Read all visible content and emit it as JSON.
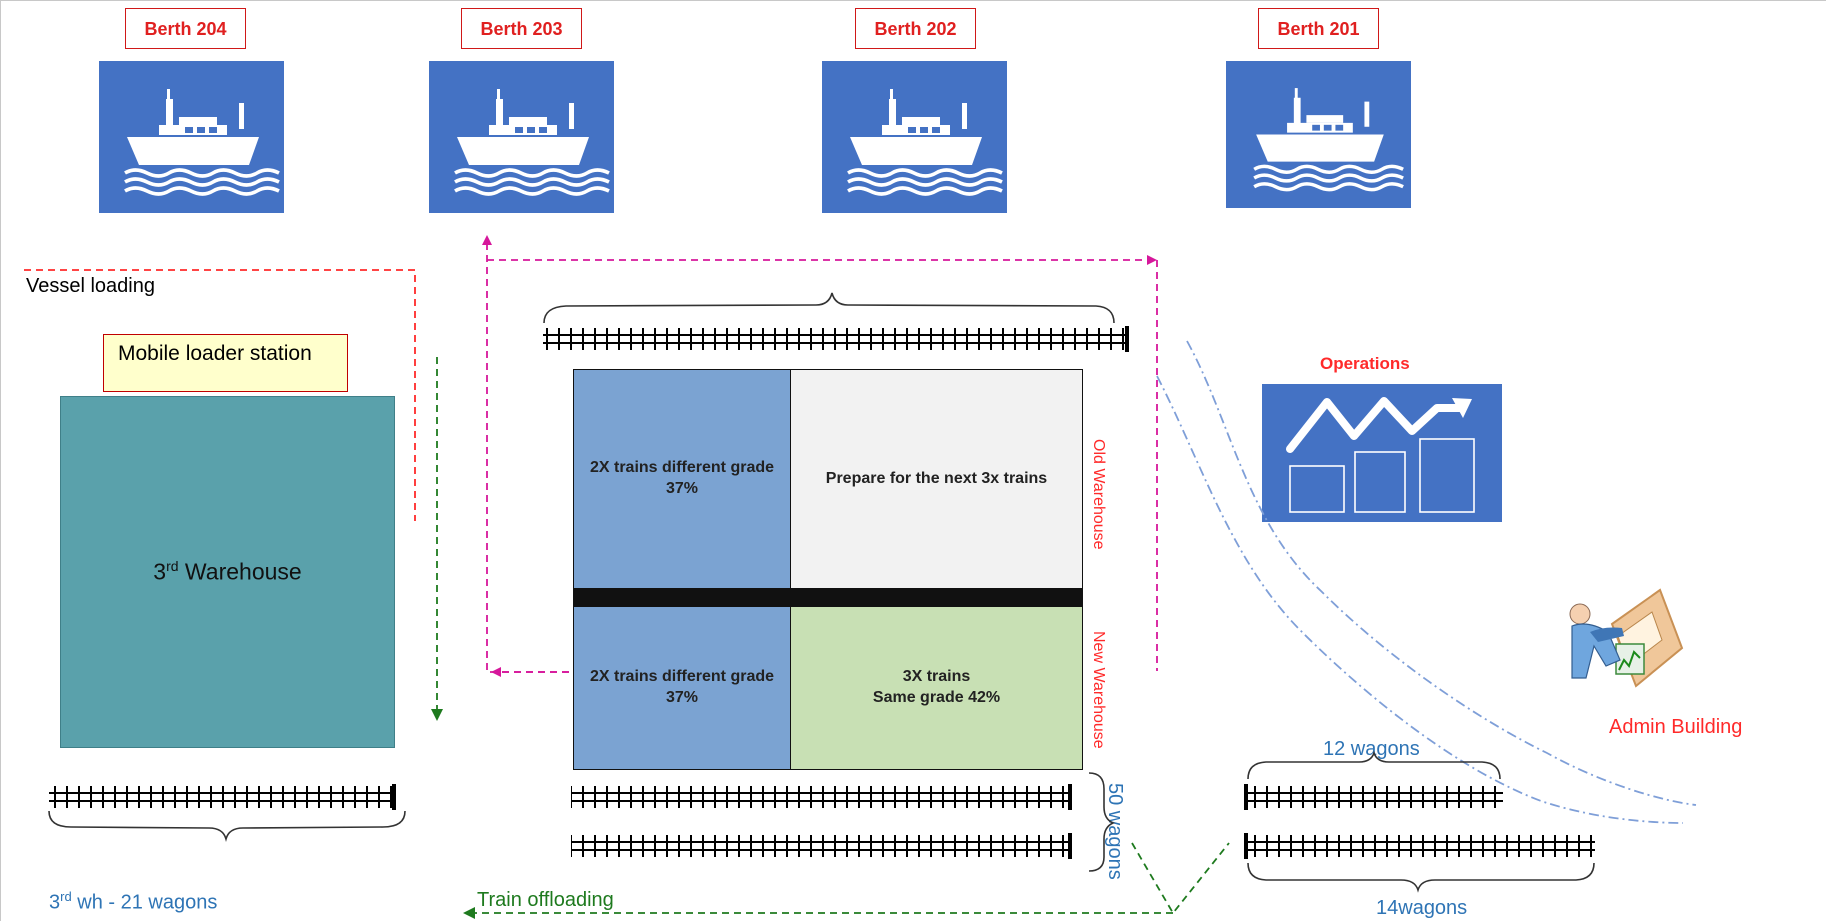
{
  "berths": [
    {
      "label": "Berth 204"
    },
    {
      "label": "Berth 203"
    },
    {
      "label": "Berth 202"
    },
    {
      "label": "Berth 201"
    }
  ],
  "labels": {
    "vessel_loading": "Vessel loading",
    "mobile_loader": "Mobile loader station",
    "warehouse3_main": "3",
    "warehouse3_sup": "rd",
    "warehouse3_rest": " Warehouse",
    "wh3_wagons_prefix": "3",
    "wh3_wagons_sup": "rd",
    "wh3_wagons_rest": " wh - 21 wagons",
    "train_offloading": "Train offloading",
    "old_warehouse": "Old Warehouse",
    "new_warehouse": "New Warehouse",
    "operations": "Operations",
    "admin_building": "Admin Building",
    "wagons_12": "12 wagons",
    "wagons_50": "50 wagons",
    "wagons_14": "14wagons"
  },
  "grid": {
    "old_left": "2X trains different grade 37%",
    "old_right": "Prepare for the next 3x trains",
    "new_left": "2X trains different grade 37%",
    "new_right_line1": "3X trains",
    "new_right_line2": "Same grade 42%"
  },
  "colors": {
    "ship_tile": "#4472c4",
    "warehouse3": "#5aa1ab",
    "cell_blue": "#7ba3d2",
    "cell_grey": "#f2f2f2",
    "cell_green": "#c8e0b4",
    "flow_magenta": "#d6179b",
    "flow_red": "#ff2a2a",
    "flow_green": "#1e7a1e",
    "route_blue": "#7f9fd8"
  },
  "icons": {
    "ship": "ship-icon",
    "growth_chart": "growth-chart-icon",
    "admin_person": "person-at-desk-icon",
    "rail_track": "rail-track-icon",
    "brace": "curly-brace-icon"
  }
}
